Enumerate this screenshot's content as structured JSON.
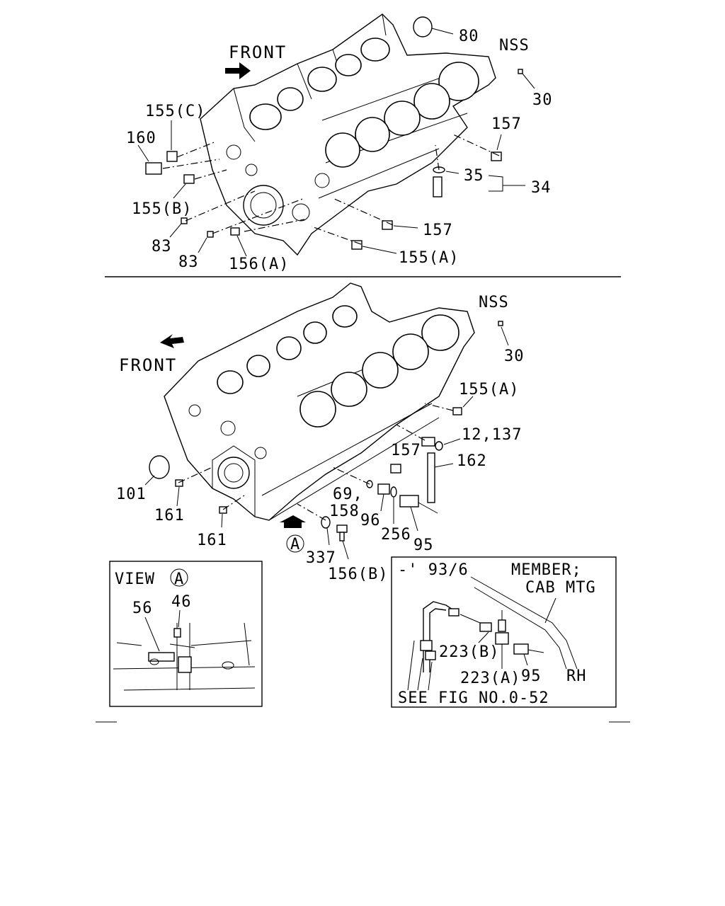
{
  "top_view": {
    "front_label": "FRONT",
    "labels": [
      "80",
      "NSS",
      "30",
      "155(C)",
      "160",
      "157",
      "35",
      "34",
      "155(B)",
      "157",
      "83",
      "83",
      "156(A)",
      "155(A)"
    ]
  },
  "bottom_view": {
    "front_label": "FRONT",
    "labels": [
      "NSS",
      "30",
      "155(A)",
      "12,137",
      "157",
      "162",
      "101",
      "69,",
      "158",
      "96",
      "256",
      "95",
      "161",
      "161",
      "337",
      "156(B)",
      "A"
    ]
  },
  "inset_view_a": {
    "title": "VIEW",
    "title_symbol": "A",
    "labels": [
      "56",
      "46"
    ]
  },
  "inset_detail": {
    "date_label": "-' 93/6",
    "member_label_line1": "MEMBER;",
    "member_label_line2": "CAB MTG",
    "labels": [
      "223(B)",
      "223(A)",
      "95",
      "RH"
    ],
    "footer": "SEE FIG NO.0-52"
  }
}
